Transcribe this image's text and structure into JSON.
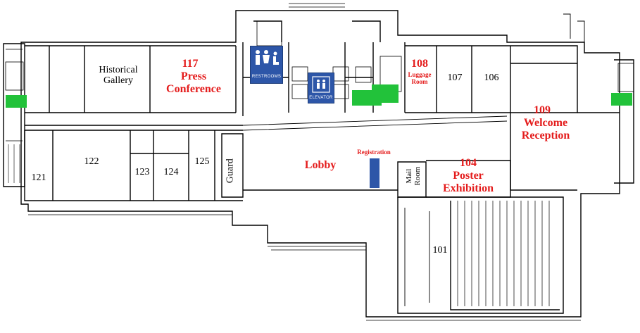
{
  "rooms": {
    "historical_gallery": "Historical\nGallery",
    "r117_num": "117",
    "r117_name": "Press\nConference",
    "r108_num": "108",
    "r108_name": "Luggage\nRoom",
    "r107": "107",
    "r106": "106",
    "r109_num": "109",
    "r109_name": "Welcome\nReception",
    "r121": "121",
    "r122": "122",
    "r123": "123",
    "r124": "124",
    "r125": "125",
    "guard": "Guard",
    "lobby": "Lobby",
    "registration": "Registration",
    "mail_room": "Mail\nRoom",
    "r104_num": "104",
    "r104_name": "Poster\nExhibition",
    "r101": "101"
  },
  "signs": {
    "restrooms": "RESTROOMS",
    "elevator": "ELEVATOR"
  },
  "colors": {
    "highlight_text": "#e41c1c",
    "sign_blue": "#2d56a8",
    "stair_green": "#22c23a",
    "registration_desk": "#2d56a8"
  }
}
